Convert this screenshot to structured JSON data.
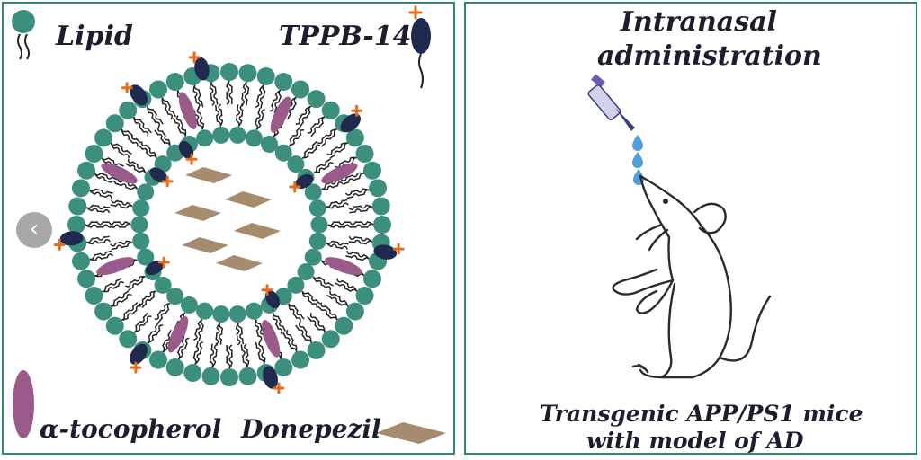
{
  "colors": {
    "border": "#2f8a6e",
    "lipid_head": "#3b8f7c",
    "tppb_body": "#1f2a4e",
    "charge": "#e36c1f",
    "tocopherol": "#9a5a8a",
    "donepezil": "#a68b6e",
    "drop": "#4f9fd8",
    "text": "#1d1d2e"
  },
  "left_panel": {
    "legend": {
      "lipid": "Lipid",
      "tppb": "TPPB-14",
      "tocopherol": "α-tocopherol",
      "donepezil": "Donepezil"
    },
    "icons": [
      "lipid-icon",
      "tppb-icon",
      "tocopherol-icon",
      "donepezil-icon",
      "liposome-diagram"
    ]
  },
  "right_panel": {
    "title_line1": "Intranasal",
    "title_line2": "administration",
    "caption_line1": "Transgenic APP/PS1 mice",
    "caption_line2": "with model of AD",
    "icons": [
      "pipette-icon",
      "drop-icon",
      "mouse-illustration"
    ]
  },
  "nav": {
    "icon": "chevron-left-icon",
    "glyph": "‹"
  }
}
